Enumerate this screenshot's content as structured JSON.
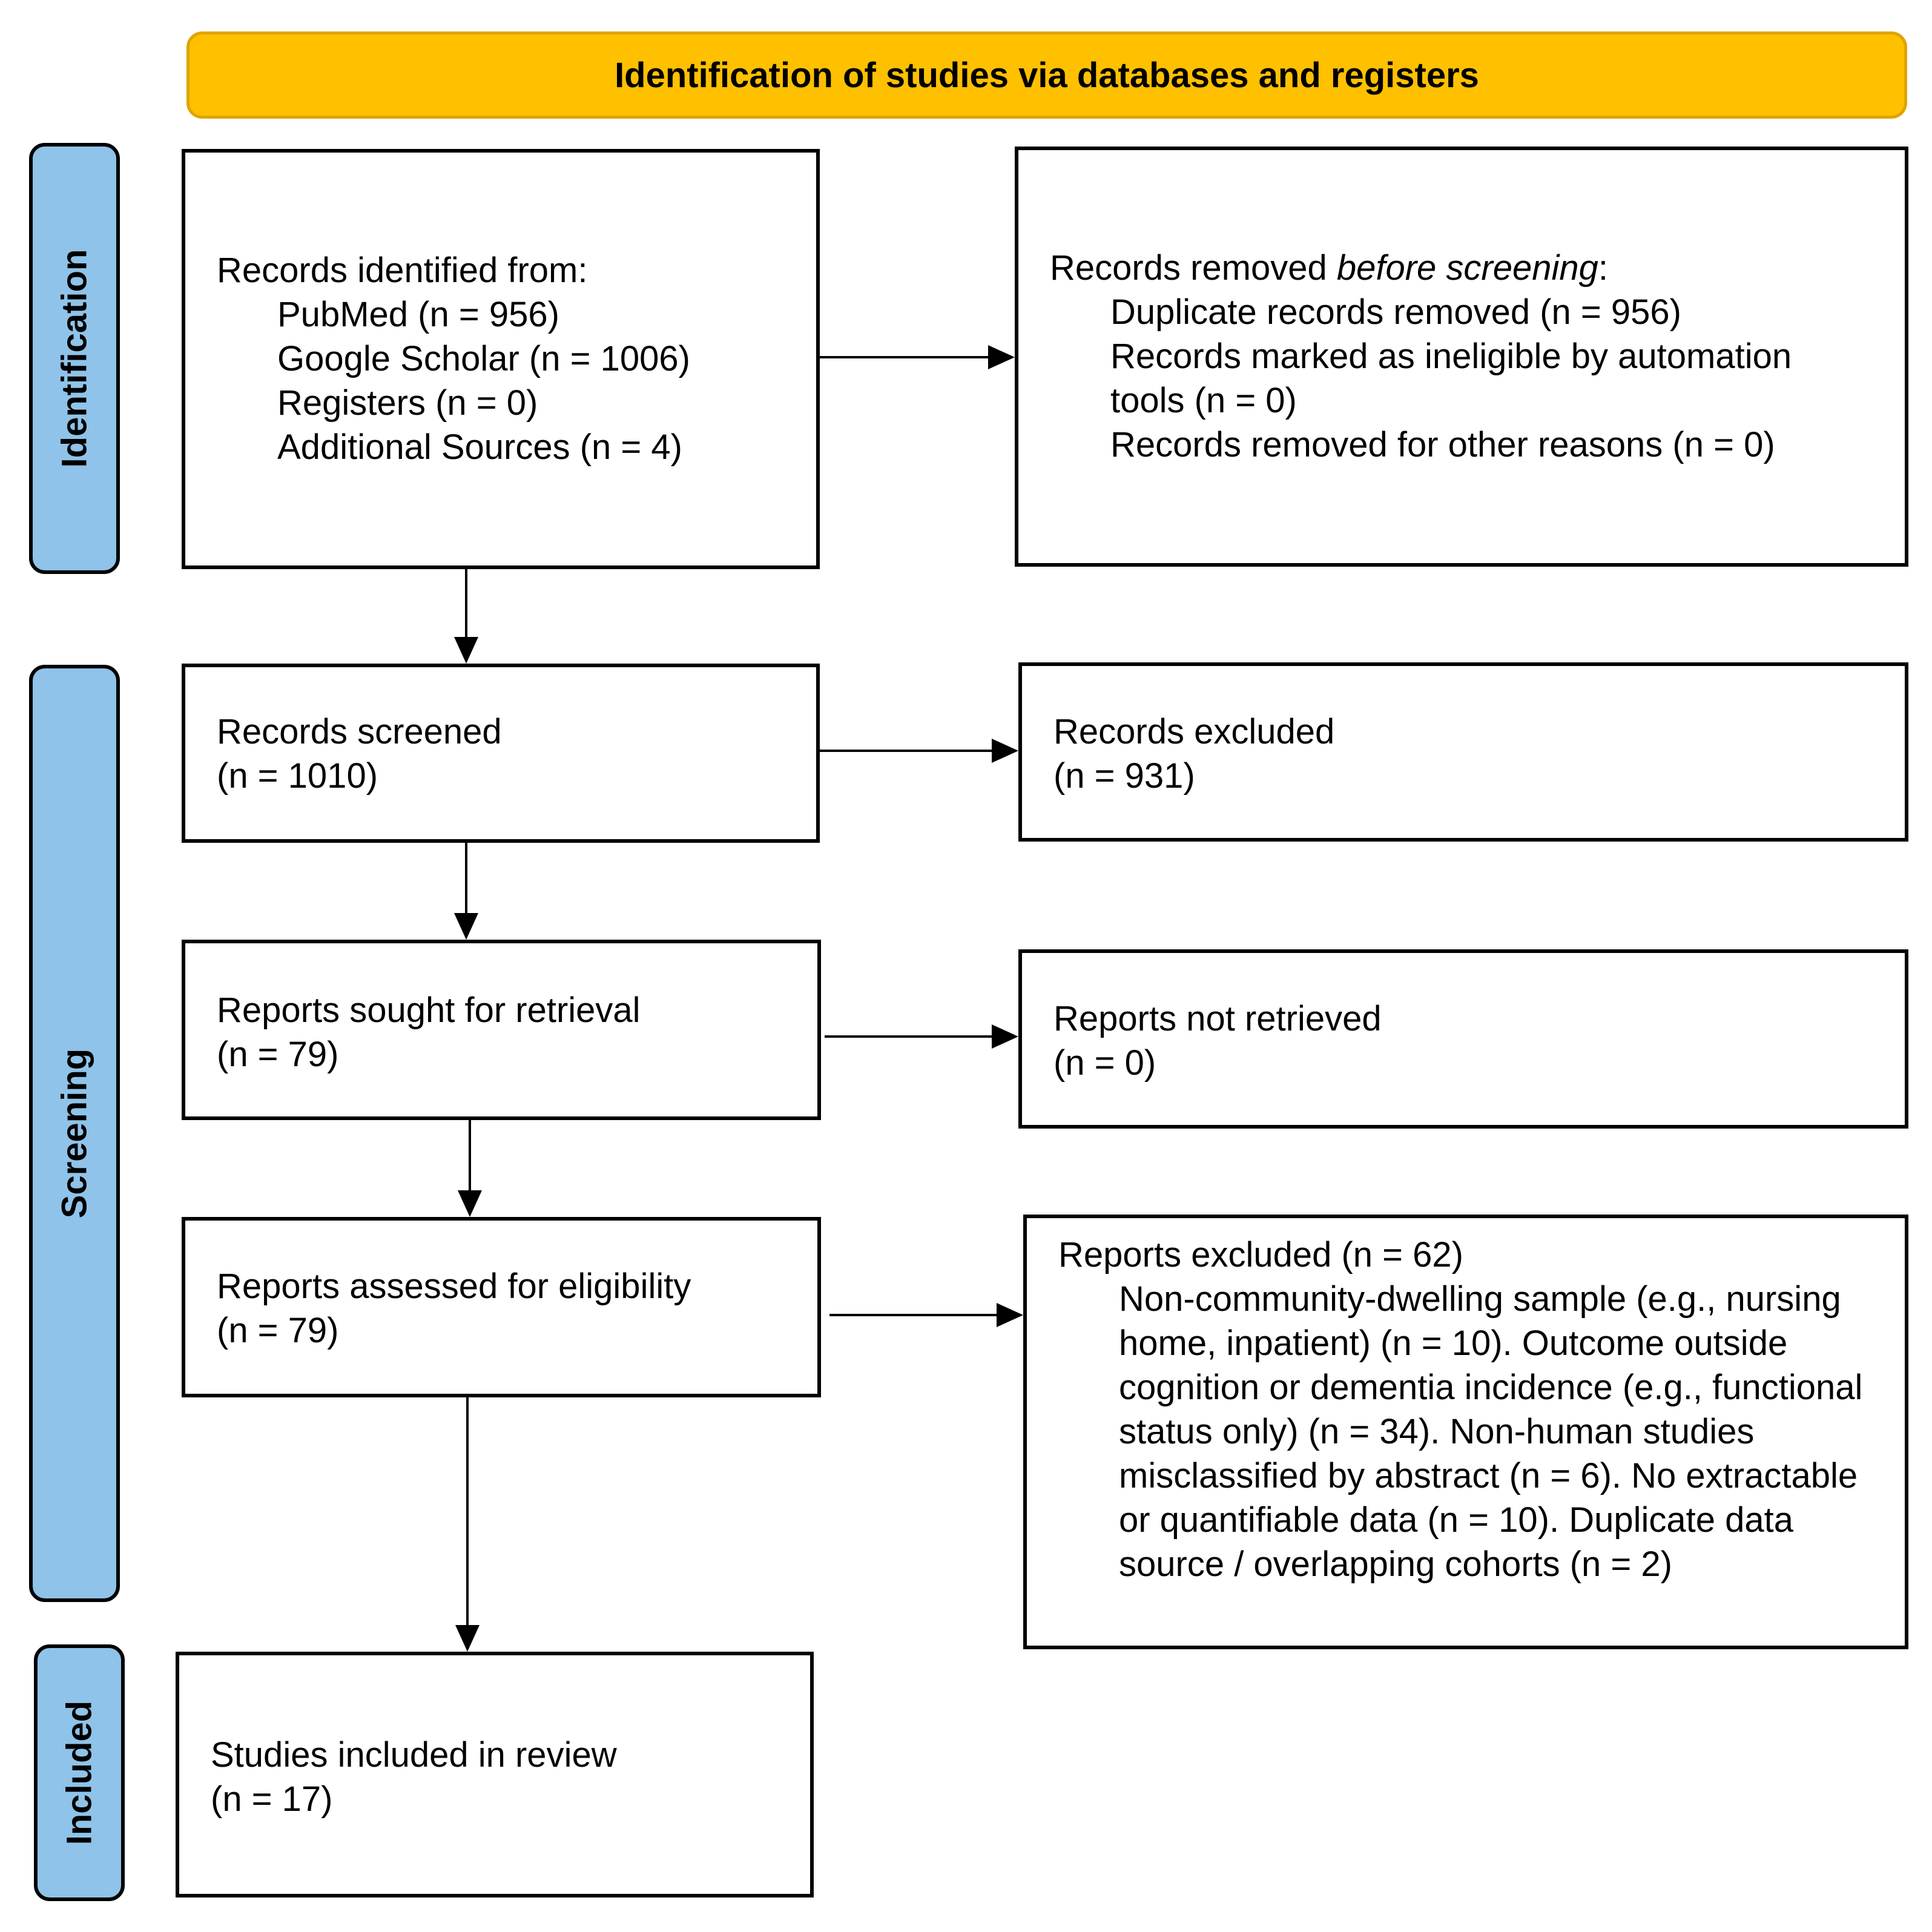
{
  "banner": {
    "title": "Identification of studies via databases and registers"
  },
  "phases": {
    "identification": "Identification",
    "screening": "Screening",
    "included": "Included"
  },
  "identified": {
    "heading": "Records identified from:",
    "sources": [
      "PubMed (n = 956)",
      "Google Scholar (n = 1006)",
      "Registers (n = 0)",
      "Additional Sources (n = 4)"
    ]
  },
  "removed": {
    "heading_pre": "Records removed ",
    "heading_em": "before screening",
    "heading_post": ":",
    "items": [
      "Duplicate records removed (n = 956)",
      "Records marked as ineligible by automation",
      "tools (n = 0)",
      "Records removed for other reasons (n = 0)"
    ]
  },
  "screened": {
    "label": "Records screened",
    "count": "(n = 1010)"
  },
  "excluded": {
    "label": "Records excluded",
    "count": "(n = 931)"
  },
  "sought": {
    "label": "Reports sought for retrieval",
    "count": "(n = 79)"
  },
  "not_retrieved": {
    "label": "Reports not retrieved",
    "count": "(n = 0)"
  },
  "assessed": {
    "label": "Reports assessed for eligibility",
    "count": "(n = 79)"
  },
  "reports_excluded": {
    "heading": "Reports excluded (n = 62)",
    "detail": "Non-community-dwelling sample (e.g., nursing home, inpatient) (n = 10). Outcome outside cognition or dementia incidence (e.g., functional status only) (n = 34). Non-human studies misclassified by abstract (n = 6). No extractable or quantifiable data (n = 10). Duplicate data source / overlapping cohorts (n = 2)"
  },
  "included_studies": {
    "label": "Studies included in review",
    "count": "(n = 17)"
  }
}
